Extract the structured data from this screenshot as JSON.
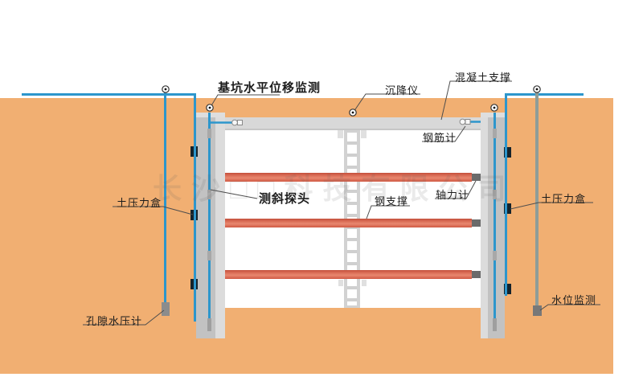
{
  "diagram": {
    "type": "foundation-pit-monitoring-cross-section",
    "watermark": "长沙□□科技有限公司",
    "labels": {
      "pit_horizontal_displacement": "基坑水平位移监测",
      "settlement_gauge": "沉降仪",
      "concrete_support": "混凝土支撑",
      "rebar_meter": "钢筋计",
      "inclinometer_probe": "测斜探头",
      "steel_support": "钢支撑",
      "axial_force_meter": "轴力计",
      "earth_pressure_cell_left": "土压力盒",
      "earth_pressure_cell_right": "土压力盒",
      "pore_water_pressure_gauge": "孔隙水压计",
      "water_level_monitoring": "水位监测"
    },
    "colors": {
      "soil": "#f1af72",
      "wall_gray": "#c2c2c2",
      "wall_light_gray": "#dcdcdc",
      "beam_gray": "#d8d8d8",
      "strut_red": "#d95f48",
      "strut_end_cap": "#6b6b6b",
      "cable_blue": "#2d96cc",
      "pressure_cell_black": "#15232b",
      "leader_line": "#4d4d4d"
    },
    "counts": {
      "steel_struts": 3,
      "earth_pressure_cells_per_wall": 3,
      "surface_measurement_points": 3
    }
  }
}
